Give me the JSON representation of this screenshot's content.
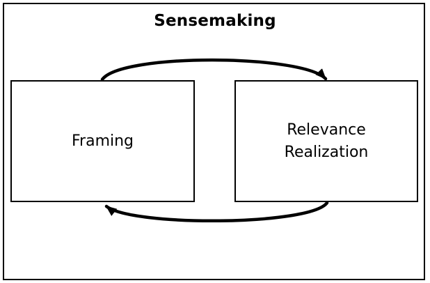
{
  "diagram": {
    "title": "Sensemaking",
    "nodes": [
      {
        "id": "framing",
        "label": "Framing"
      },
      {
        "id": "relevance-realization",
        "label": "Relevance Realization",
        "label_lines": [
          "Relevance",
          "Realization"
        ]
      }
    ],
    "edges": [
      {
        "from": "Framing",
        "to": "Relevance Realization",
        "position": "top",
        "direction": "left-to-right",
        "style": "curved-arrow"
      },
      {
        "from": "Relevance Realization",
        "to": "Framing",
        "position": "bottom",
        "direction": "right-to-left",
        "style": "curved-arrow"
      }
    ],
    "colors": {
      "stroke": "#000000",
      "background": "#ffffff",
      "text": "#000000"
    }
  }
}
